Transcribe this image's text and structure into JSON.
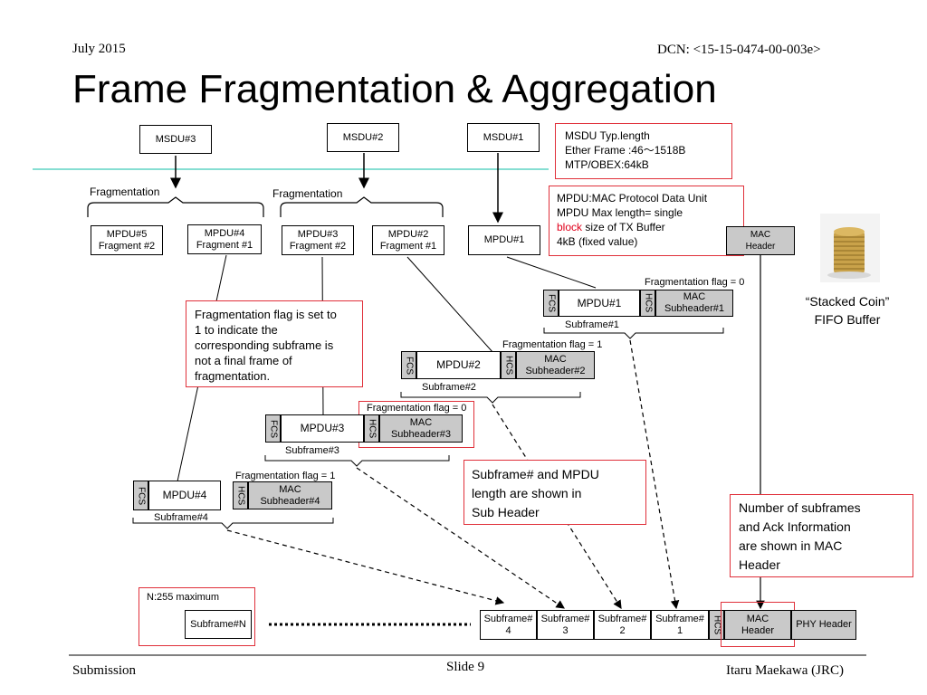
{
  "header": {
    "date": "July 2015",
    "dcn": "DCN: <15-15-0474-00-003e>"
  },
  "title": "Frame Fragmentation & Aggregation",
  "msdus": [
    "MSDU#3",
    "MSDU#2",
    "MSDU#1"
  ],
  "msdu_note": {
    "line1": "MSDU Typ.length",
    "line2": "Ether Frame :46〜1518B",
    "line3": "MTP/OBEX:64kB"
  },
  "mpdu_note": {
    "line1": "MPDU:MAC Protocol Data Unit",
    "line2": "MPDU Max length=  single",
    "line3_red": "block",
    "line3_rest": " size of TX Buffer",
    "line4": "4kB (fixed value)"
  },
  "fragmentation_label": "Fragmentation",
  "mpdus": [
    {
      "l1": "MPDU#5",
      "l2": "Fragment #2"
    },
    {
      "l1": "MPDU#4",
      "l2": "Fragment #1"
    },
    {
      "l1": "MPDU#3",
      "l2": "Fragment #2"
    },
    {
      "l1": "MPDU#2",
      "l2": "Fragment #1"
    },
    {
      "l1": "MPDU#1",
      "l2": ""
    }
  ],
  "mac_header": {
    "l1": "MAC",
    "l2": "Header"
  },
  "stacked_coin": {
    "l1": "“Stacked Coin”",
    "l2": "FIFO Buffer"
  },
  "frag_flag_note": {
    "l1": "Fragmentation flag is set to",
    "l2": "1 to indicate the",
    "l3": "corresponding subframe is",
    "l4": "not a final frame of",
    "l5": "fragmentation."
  },
  "subframes": [
    {
      "flag": "Fragmentation flag = 0",
      "mpdu": "MPDU#1",
      "sub_l1": "MAC",
      "sub_l2": "Subheader#1",
      "name": "Subframe#1"
    },
    {
      "flag": "Fragmentation flag = 1",
      "mpdu": "MPDU#2",
      "sub_l1": "MAC",
      "sub_l2": "Subheader#2",
      "name": "Subframe#2"
    },
    {
      "flag": "Fragmentation flag = 0",
      "mpdu": "MPDU#3",
      "sub_l1": "MAC",
      "sub_l2": "Subheader#3",
      "name": "Subframe#3"
    },
    {
      "flag": "Fragmentation flag = 1",
      "mpdu": "MPDU#4",
      "sub_l1": "MAC",
      "sub_l2": "Subheader#4",
      "name": "Subframe#4"
    }
  ],
  "fcs": "FCS",
  "hcs": "HCS",
  "subheader_note": {
    "l1": "Subframe# and MPDU",
    "l2": "length are  shown in",
    "l3": "Sub Header"
  },
  "macheader_note": {
    "l1": "Number of subframes",
    "l2": "and Ack Information",
    "l3": "are  shown in MAC",
    "l4": "Header"
  },
  "n_max": "N:255 maximum",
  "subframe_n": "Subframe#N",
  "final_frame": [
    {
      "l1": "Subframe#",
      "l2": "4"
    },
    {
      "l1": "Subframe#",
      "l2": "3"
    },
    {
      "l1": "Subframe#",
      "l2": "2"
    },
    {
      "l1": "Subframe#",
      "l2": "1"
    }
  ],
  "phy_header": "PHY Header",
  "footer": {
    "left": "Submission",
    "center": "Slide 9",
    "right": "Itaru Maekawa (JRC)"
  },
  "colors": {
    "accent_line": "#5fd3c4",
    "red": "#e0303a",
    "grey": "#c9c9c9"
  }
}
